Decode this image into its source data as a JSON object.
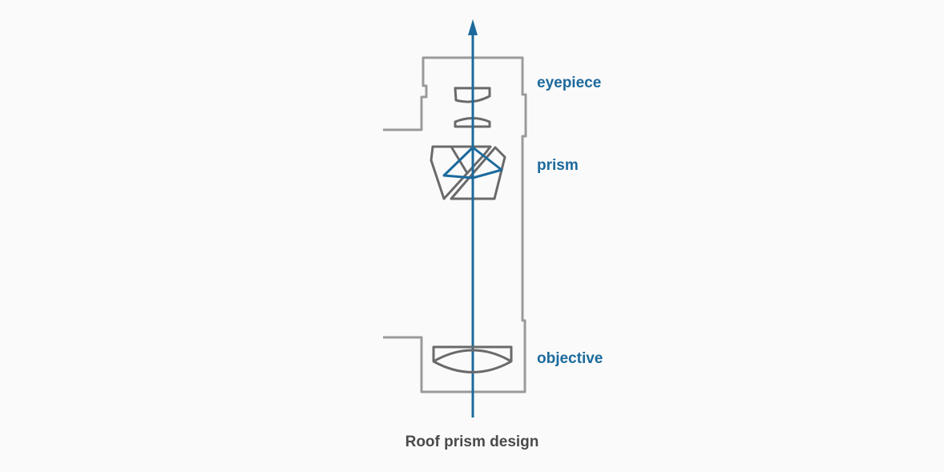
{
  "labels": {
    "eyepiece": "eyepiece",
    "prism": "prism",
    "objective": "objective"
  },
  "caption": "Roof prism design",
  "colors": {
    "background": "#fafafa",
    "accent": "#1c6a9c",
    "housing": "#9a9a9a",
    "optics": "#6a6a6a",
    "caption": "#4a4a4a"
  }
}
